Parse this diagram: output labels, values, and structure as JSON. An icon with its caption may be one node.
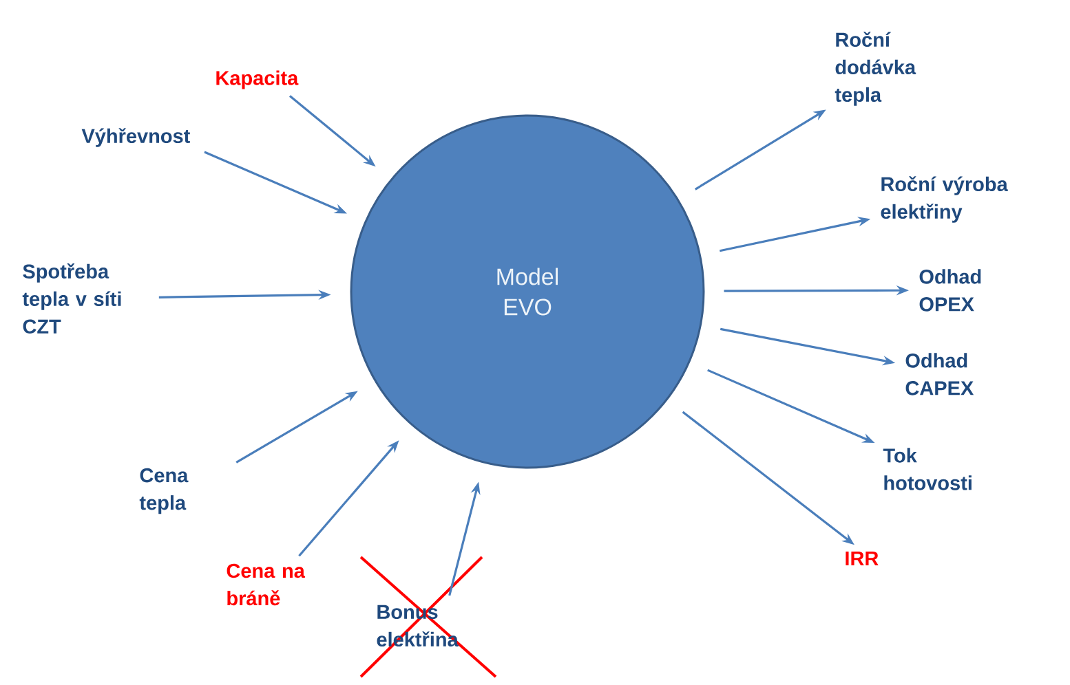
{
  "diagram": {
    "nodes": [
      {
        "text": [
          "Model EVO"
        ]
      },
      {
        "text": [
          "Kapacita"
        ]
      },
      {
        "text": [
          "Výhřevnost"
        ]
      },
      {
        "text": [
          "Spotřeba tepla v síti CZT"
        ]
      },
      {
        "text": [
          "Cena tepla"
        ]
      },
      {
        "text": [
          "Cena na bráně"
        ]
      },
      {
        "text": [
          "Bonus elektřina"
        ]
      },
      {
        "text": [
          "Roční dodávka tepla"
        ]
      },
      {
        "text": [
          "Roční výroba elektřiny"
        ]
      },
      {
        "text": [
          "Odhad OPEX"
        ]
      },
      {
        "text": [
          "Odhad CAPEX"
        ]
      },
      {
        "text": [
          "Tok hotovosti"
        ]
      },
      {
        "text": [
          "IRR"
        ]
      }
    ],
    "edges": [
      {
        "from": 1,
        "to": 0,
        "arrow": "to"
      },
      {
        "from": 2,
        "to": 0,
        "arrow": "to"
      },
      {
        "from": 3,
        "to": 0,
        "arrow": "to"
      },
      {
        "from": 4,
        "to": 0,
        "arrow": "to"
      },
      {
        "from": 5,
        "to": 0,
        "arrow": "to"
      },
      {
        "from": 6,
        "to": 0,
        "arrow": "to"
      },
      {
        "from": 0,
        "to": 7,
        "arrow": "to"
      },
      {
        "from": 0,
        "to": 8,
        "arrow": "to"
      },
      {
        "from": 0,
        "to": 9,
        "arrow": "to"
      },
      {
        "from": 0,
        "to": 10,
        "arrow": "to"
      },
      {
        "from": 0,
        "to": 11,
        "arrow": "to"
      },
      {
        "from": 0,
        "to": 12,
        "arrow": "to"
      }
    ]
  }
}
